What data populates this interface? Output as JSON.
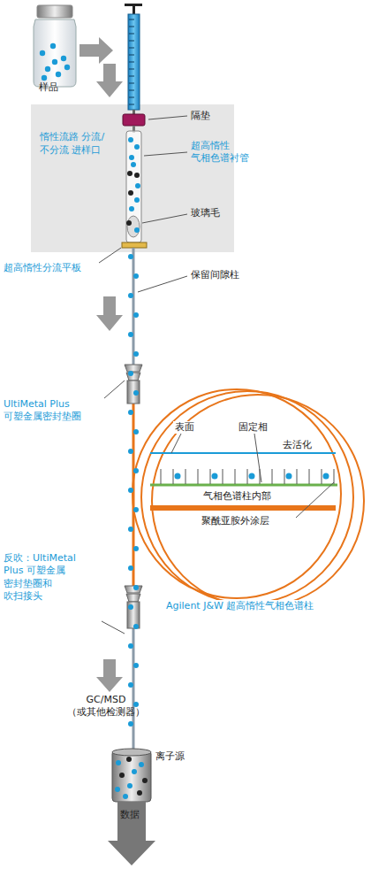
{
  "diagram": {
    "nodes": [
      {
        "text": [
          "惰性流路 分流/不分流 进样口"
        ]
      }
    ],
    "labels": [
      "样品",
      "隔垫",
      "超高惰性 气相色谱衬管",
      "玻璃毛",
      "超高惰性分流平板",
      "保留间隙柱",
      "UltiMetal Plus 可塑金属密封垫圈",
      "表面",
      "固定相",
      "去活化",
      "气相色谱柱内部",
      "聚酰亚胺外涂层",
      "反吹：UltiMetal Plus 可塑金属 密封垫圈和 吹扫接头",
      "Agilent J&W 超高惰性气相色谱柱",
      "GC/MSD （或其他检测器）",
      "离子源",
      "数据"
    ]
  }
}
